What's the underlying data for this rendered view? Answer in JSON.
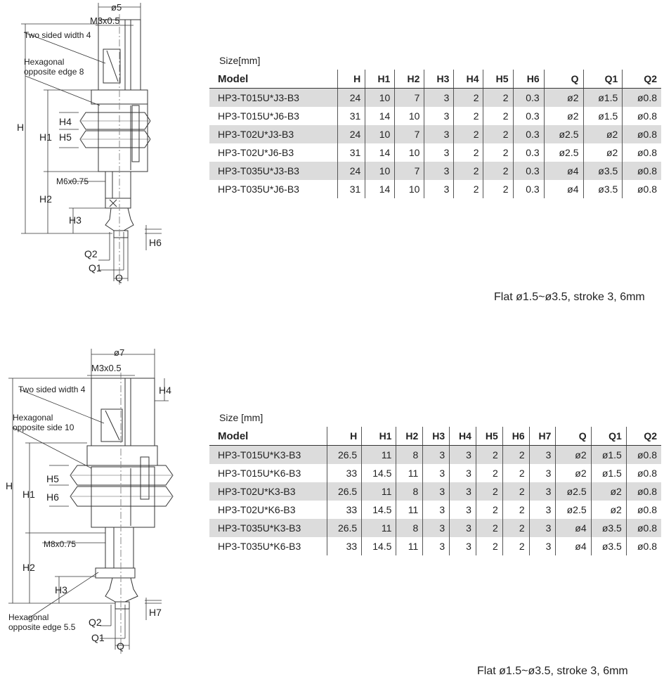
{
  "section1": {
    "drawing": {
      "dims": {
        "top_dia": "ø5",
        "thread_top": "M3x0.5",
        "two_sided": "Two sided width 4",
        "hex_line1": "Hexagonal",
        "hex_line2": "opposite edge 8",
        "h": "H",
        "h1": "H1",
        "h2": "H2",
        "h3": "H3",
        "h4": "H4",
        "h5": "H5",
        "h6": "H6",
        "thread_mid": "M6x0.75",
        "q": "Q",
        "q1": "Q1",
        "q2": "Q2"
      }
    },
    "size_label": "Size[mm]",
    "headers": [
      "Model",
      "H",
      "H1",
      "H2",
      "H3",
      "H4",
      "H5",
      "H6",
      "Q",
      "Q1",
      "Q2"
    ],
    "rows": [
      [
        "HP3-T015U*J3-B3",
        "24",
        "10",
        "7",
        "3",
        "2",
        "2",
        "0.3",
        "ø2",
        "ø1.5",
        "ø0.8"
      ],
      [
        "HP3-T015U*J6-B3",
        "31",
        "14",
        "10",
        "3",
        "2",
        "2",
        "0.3",
        "ø2",
        "ø1.5",
        "ø0.8"
      ],
      [
        "HP3-T02U*J3-B3",
        "24",
        "10",
        "7",
        "3",
        "2",
        "2",
        "0.3",
        "ø2.5",
        "ø2",
        "ø0.8"
      ],
      [
        "HP3-T02U*J6-B3",
        "31",
        "14",
        "10",
        "3",
        "2",
        "2",
        "0.3",
        "ø2.5",
        "ø2",
        "ø0.8"
      ],
      [
        "HP3-T035U*J3-B3",
        "24",
        "10",
        "7",
        "3",
        "2",
        "2",
        "0.3",
        "ø4",
        "ø3.5",
        "ø0.8"
      ],
      [
        "HP3-T035U*J6-B3",
        "31",
        "14",
        "10",
        "3",
        "2",
        "2",
        "0.3",
        "ø4",
        "ø3.5",
        "ø0.8"
      ]
    ],
    "caption": "Flat ø1.5~ø3.5, stroke 3, 6mm"
  },
  "section2": {
    "drawing": {
      "dims": {
        "top_dia": "ø7",
        "thread_top": "M3x0.5",
        "two_sided": "Two sided width 4",
        "hex_line1": "Hexagonal",
        "hex_line2": "opposite side 10",
        "hex2_line1": "Hexagonal",
        "hex2_line2": "opposite edge 5.5",
        "h": "H",
        "h1": "H1",
        "h2": "H2",
        "h3": "H3",
        "h4": "H4",
        "h5": "H5",
        "h6": "H6",
        "h7": "H7",
        "thread_mid": "M8x0.75",
        "q": "Q",
        "q1": "Q1",
        "q2": "Q2"
      }
    },
    "size_label": "Size [mm]",
    "headers": [
      "Model",
      "H",
      "H1",
      "H2",
      "H3",
      "H4",
      "H5",
      "H6",
      "H7",
      "Q",
      "Q1",
      "Q2"
    ],
    "rows": [
      [
        "HP3-T015U*K3-B3",
        "26.5",
        "11",
        "8",
        "3",
        "3",
        "2",
        "2",
        "3",
        "ø2",
        "ø1.5",
        "ø0.8"
      ],
      [
        "HP3-T015U*K6-B3",
        "33",
        "14.5",
        "11",
        "3",
        "3",
        "2",
        "2",
        "3",
        "ø2",
        "ø1.5",
        "ø0.8"
      ],
      [
        "HP3-T02U*K3-B3",
        "26.5",
        "11",
        "8",
        "3",
        "3",
        "2",
        "2",
        "3",
        "ø2.5",
        "ø2",
        "ø0.8"
      ],
      [
        "HP3-T02U*K6-B3",
        "33",
        "14.5",
        "11",
        "3",
        "3",
        "2",
        "2",
        "3",
        "ø2.5",
        "ø2",
        "ø0.8"
      ],
      [
        "HP3-T035U*K3-B3",
        "26.5",
        "11",
        "8",
        "3",
        "3",
        "2",
        "2",
        "3",
        "ø4",
        "ø3.5",
        "ø0.8"
      ],
      [
        "HP3-T035U*K6-B3",
        "33",
        "14.5",
        "11",
        "3",
        "3",
        "2",
        "2",
        "3",
        "ø4",
        "ø3.5",
        "ø0.8"
      ]
    ],
    "caption": "Flat ø1.5~ø3.5, stroke 3, 6mm"
  }
}
